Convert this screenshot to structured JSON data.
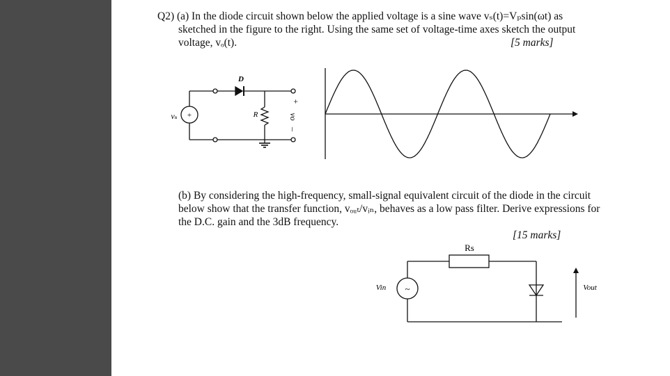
{
  "question": {
    "a_line1": "Q2) (a) In the diode circuit shown below the applied voltage is a sine wave vₛ(t)=Vₚsin(ωt) as",
    "a_line2": "sketched in the figure to the right. Using the same set of voltage-time axes sketch the output",
    "a_line3": "voltage, vₒ(t).",
    "a_marks": "[5 marks]",
    "b_line1": "(b) By considering the high-frequency, small-signal equivalent circuit of the diode in the circuit",
    "b_line2": "below show that the transfer function, vₒᵤₜ/vᵢₙ, behaves as a low pass filter. Derive expressions for",
    "b_line3": "the D.C. gain and the 3dB frequency.",
    "b_marks": "[15 marks]"
  },
  "circuit_a": {
    "source_label": "vₛ",
    "source_sign": "+",
    "diode_label": "D",
    "resistor_label": "R",
    "output_label": "vo",
    "plus_sign": "+",
    "minus_sign": "–"
  },
  "circuit_b": {
    "resistor_label": "Rs",
    "input_label": "Vin",
    "source_symbol": "~",
    "output_label": "Vout"
  },
  "colors": {
    "sidebar": "#4a4a4a",
    "ink": "#111111",
    "background": "#ffffff"
  }
}
